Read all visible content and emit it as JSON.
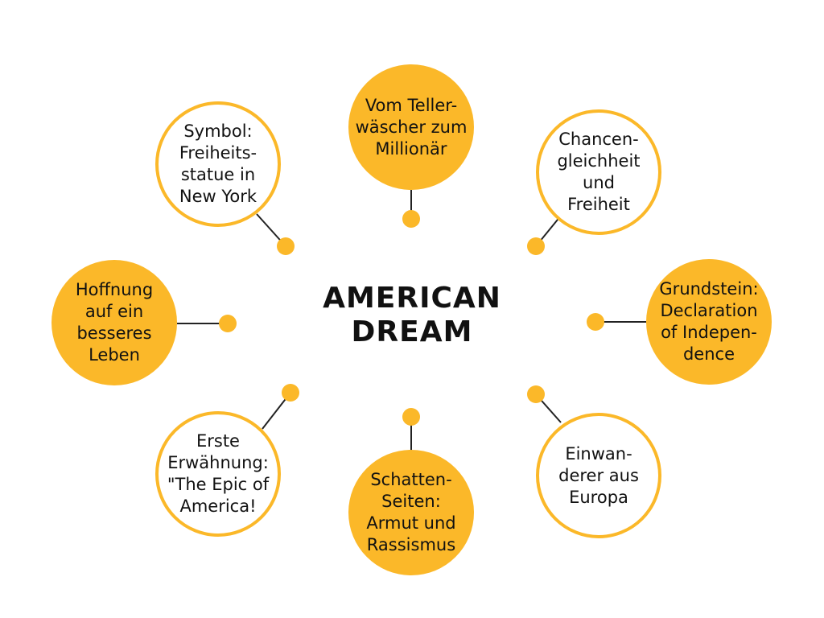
{
  "title": "AMERICAN\nDREAM",
  "colors": {
    "accent": "#fbb829",
    "text": "#111111",
    "connector": "#222222"
  },
  "bubbles": [
    {
      "text": "Vom Teller-\nwäscher zum\nMillionär",
      "style": "filled"
    },
    {
      "text": "Chancen-\ngleichheit\nund\nFreiheit",
      "style": "outline"
    },
    {
      "text": "Grundstein:\nDeclaration\nof Indepen-\ndence",
      "style": "filled"
    },
    {
      "text": "Einwan-\nderer aus\nEuropa",
      "style": "outline"
    },
    {
      "text": "Schatten-\nSeiten:\nArmut und\nRassismus",
      "style": "filled"
    },
    {
      "text": "Erste\nErwähnung:\n\"The Epic of\nAmerica!",
      "style": "outline"
    },
    {
      "text": "Hoffnung\nauf ein\nbesseres\nLeben",
      "style": "filled"
    },
    {
      "text": "Symbol:\nFreiheits-\nstatue in\nNew York",
      "style": "outline"
    }
  ]
}
